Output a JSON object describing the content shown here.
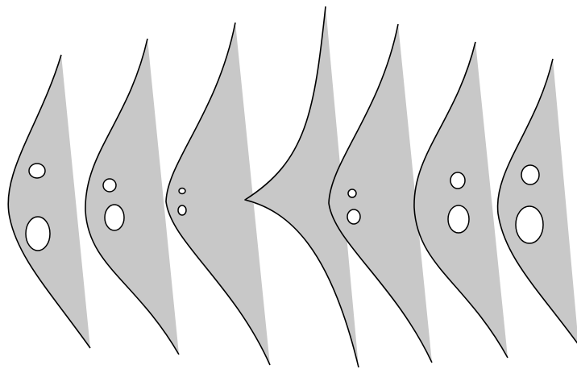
{
  "figure": {
    "colors": {
      "background": "#ffffff",
      "fill": "#c8c8c8",
      "stroke": "#000000",
      "hole": "#ffffff"
    },
    "shapes": [
      {
        "id": 1,
        "hole_count": 2
      },
      {
        "id": 2,
        "hole_count": 2
      },
      {
        "id": 3,
        "hole_count": 2
      },
      {
        "id": 4,
        "hole_count": 0
      },
      {
        "id": 5,
        "hole_count": 2
      },
      {
        "id": 6,
        "hole_count": 2
      },
      {
        "id": 7,
        "hole_count": 2
      }
    ]
  }
}
